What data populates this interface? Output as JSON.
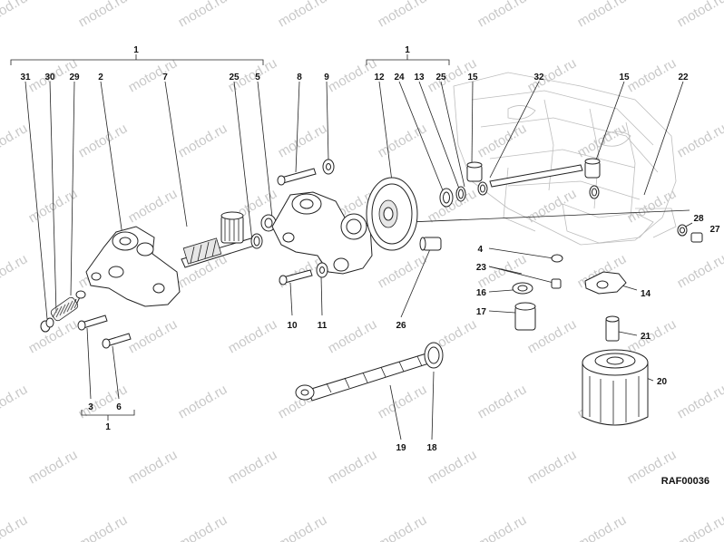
{
  "diagram": {
    "code": "RAF00036",
    "watermark": "motod.ru",
    "callouts": {
      "c1_left": "1",
      "c1_mid": "1",
      "c1_bottom": "1",
      "c31": "31",
      "c30": "30",
      "c29": "29",
      "c2": "2",
      "c7": "7",
      "c25a": "25",
      "c5": "5",
      "c8": "8",
      "c9": "9",
      "c12": "12",
      "c24": "24",
      "c13": "13",
      "c25b": "25",
      "c15a": "15",
      "c32": "32",
      "c15b": "15",
      "c22": "22",
      "c28": "28",
      "c27": "27",
      "c4": "4",
      "c23": "23",
      "c16": "16",
      "c17": "17",
      "c14": "14",
      "c21": "21",
      "c20": "20",
      "c10": "10",
      "c11": "11",
      "c26": "26",
      "c19": "19",
      "c18": "18",
      "c3": "3",
      "c6": "6"
    }
  }
}
